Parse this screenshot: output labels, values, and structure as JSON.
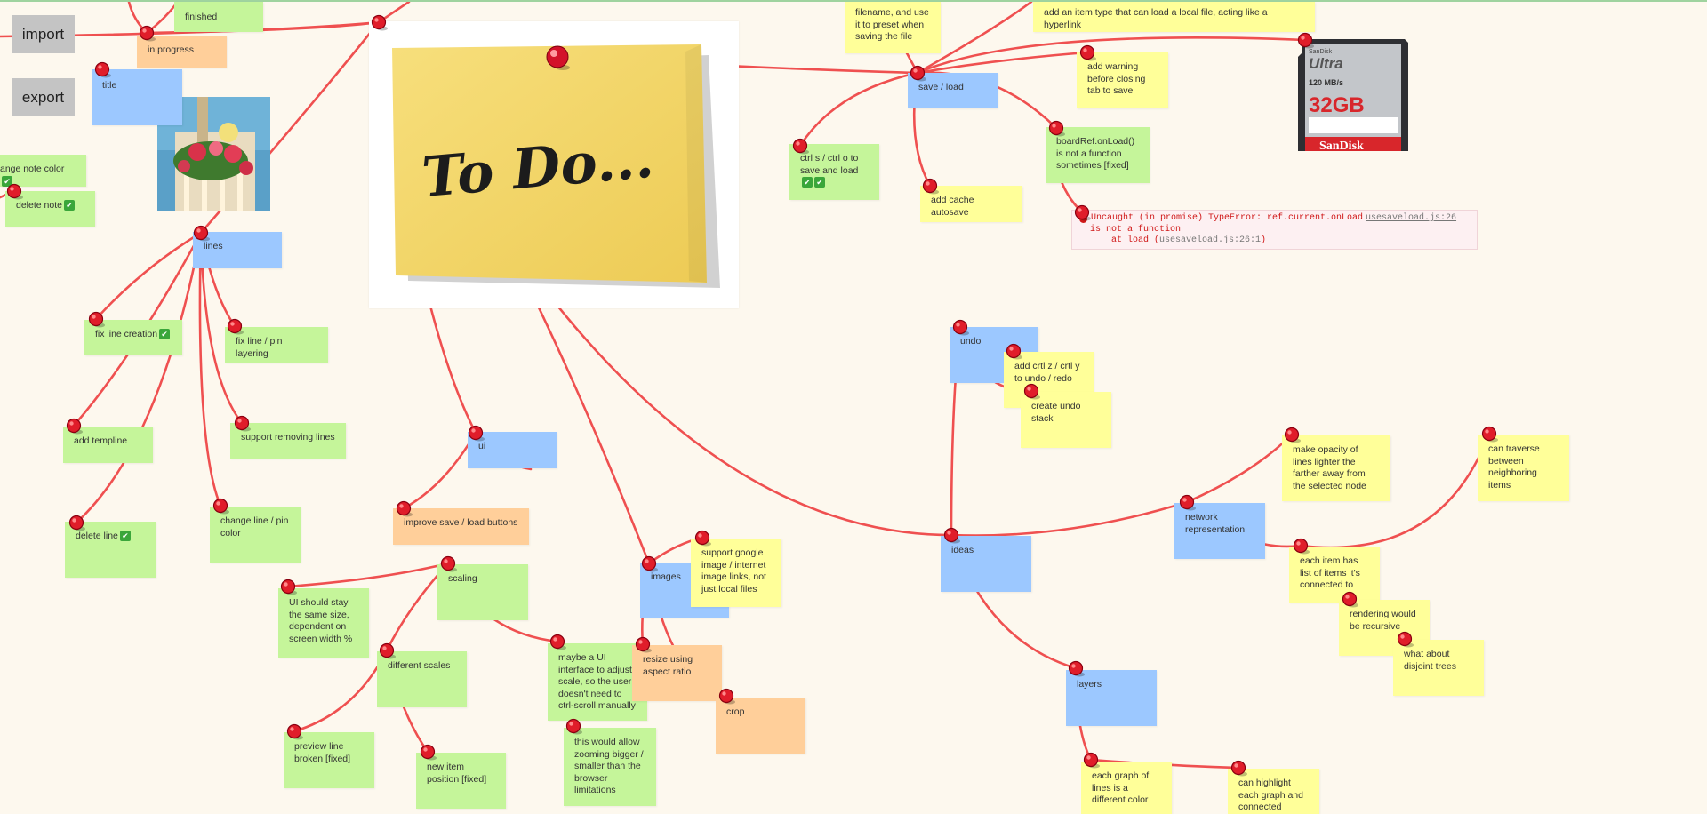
{
  "app": {
    "import_label": "import",
    "export_label": "export"
  },
  "colors": {
    "background": "#fdf8ee",
    "line": "#ef5050",
    "pin": "#e01d2a",
    "yellow": "#ffff99",
    "green": "#c5f59a",
    "blue": "#9cc8ff",
    "orange": "#ffcf9a"
  },
  "notes": {
    "finished": "finished",
    "in_progress": "in progress",
    "title": "title",
    "change_note_color": "ange note color",
    "delete_note": "delete note",
    "lines": "lines",
    "fix_line_creation": "fix line creation",
    "fix_line_pin_layering": "fix line / pin layering",
    "add_template": "add templine",
    "support_removing_lines": "support removing lines",
    "delete_line": "delete line",
    "change_line_pin_color": "change line / pin color",
    "ui": "ui",
    "improve_save_load_buttons": "improve save / load buttons",
    "ui_should_stay": "UI should stay the same size, dependent on screen width %",
    "scaling": "scaling",
    "different_scales": "different scales",
    "preview_line_broken": "preview line broken [fixed]",
    "new_item_position": "new item position [fixed]",
    "maybe_ui_interface": "maybe a UI interface to adjust scale, so the user doesn't need to ctrl-scroll manually",
    "zooming_bigger": "this would allow zooming bigger / smaller than the browser limitations",
    "images": "images",
    "support_google_image": "support google image / internet image links, not just local files",
    "resize_aspect": "resize using aspect ratio",
    "crop": "crop",
    "filename_preset": "filename, and use it to preset when saving the file",
    "add_item_type": "add an item type that can load a local file, acting like a hyperlink",
    "save_load": "save / load",
    "add_warning": "add warning before closing tab to save",
    "ctrl_s": "ctrl s / ctrl o to save and load",
    "boardref": "boardRef.onLoad() is not a function sometimes [fixed]",
    "add_cache_autosave": "add cache autosave",
    "undo": "undo",
    "add_ctrl_z": "add crtl z / crtl y to undo / redo",
    "create_undo_stack": "create undo stack",
    "ideas": "ideas",
    "network_representation": "network representation",
    "make_opacity": "make opacity of lines lighter the farther away from the selected node",
    "can_traverse": "can traverse between neighboring items",
    "each_item_list": "each item has list of items it's connected to",
    "rendering_recursive": "rendering would be recursive",
    "disjoint_trees": "what about disjoint trees",
    "layers": "layers",
    "each_graph": "each graph of lines is a different color",
    "can_highlight": "can highlight each graph and connected"
  },
  "images": {
    "todo_text": "To Do...",
    "sd_brand_small": "SanDisk",
    "sd_ultra": "Ultra",
    "sd_speed": "120 MB/s",
    "sd_capacity": "32GB",
    "sd_brand": "SanDisk"
  },
  "console_error": {
    "line1": "Uncaught (in promise) TypeError: ref.current.onLoad",
    "line2": "  is not a function",
    "line3": "      at load (",
    "line3_src": "usesaveload.js:26:1",
    "line3_end": ")",
    "source": "usesaveload.js:26"
  }
}
